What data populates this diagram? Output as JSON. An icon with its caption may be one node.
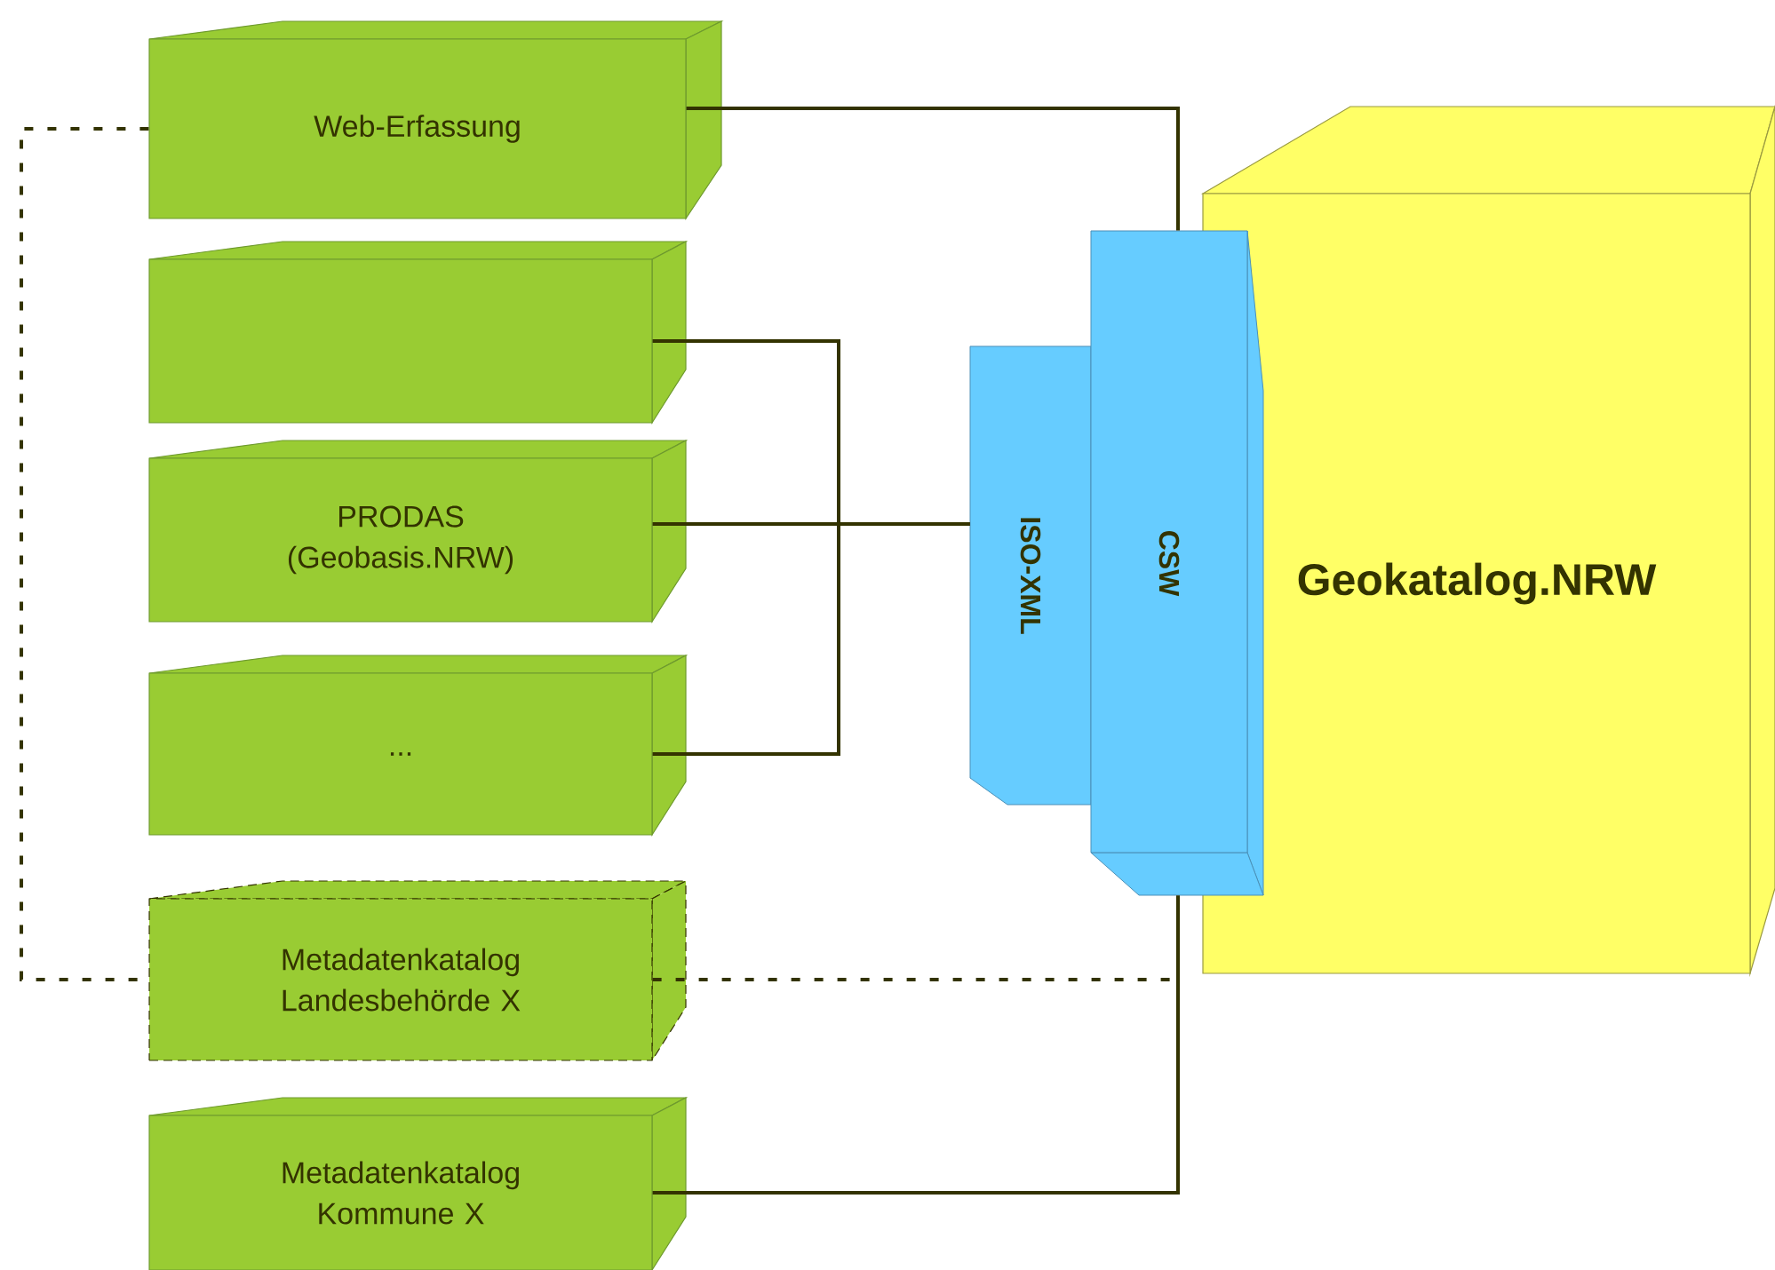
{
  "diagram": {
    "nodes": [
      {
        "text": [
          "Web-Erfassung"
        ]
      },
      {
        "text": [],
        "shape": "box"
      },
      {
        "text": [
          "PRODAS (Geobasis.NRW)"
        ]
      },
      {
        "text": [
          "..."
        ]
      },
      {
        "text": [
          "Metadatenkatalog Landesbehörde X"
        ]
      },
      {
        "text": [
          "Metadatenkatalog Kommune X"
        ]
      },
      {
        "text": [
          "ISO-XML"
        ]
      },
      {
        "text": [
          "CSW"
        ]
      },
      {
        "text": [
          "Geokatalog.NRW"
        ]
      }
    ],
    "edges": [
      {
        "from": 0,
        "to": 7,
        "arrow": "none"
      },
      {
        "from": 1,
        "to": 6,
        "arrow": "none"
      },
      {
        "from": 2,
        "to": 6,
        "arrow": "none"
      },
      {
        "from": 3,
        "to": 6,
        "arrow": "none"
      },
      {
        "from": 4,
        "to": 7,
        "arrow": "none",
        "style": "dashed"
      },
      {
        "from": 5,
        "to": 7,
        "arrow": "none"
      },
      {
        "from": 0,
        "to": 4,
        "arrow": "none",
        "style": "dashed"
      }
    ]
  }
}
